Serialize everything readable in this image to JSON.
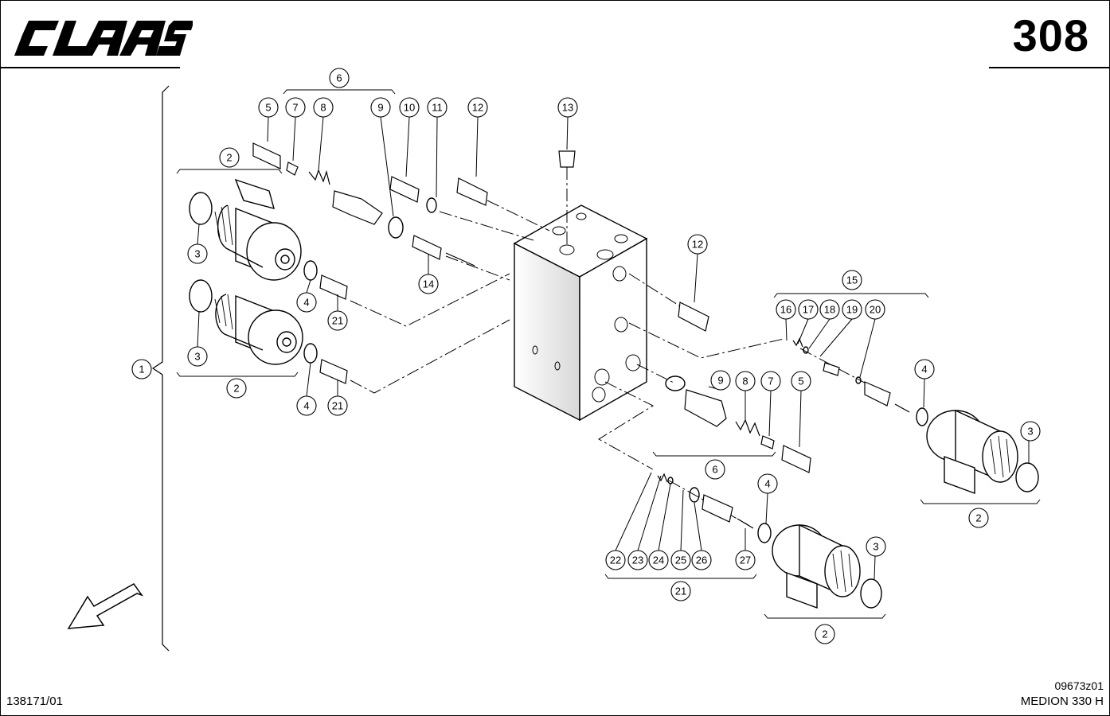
{
  "brand": {
    "logo_text": "CLAAS"
  },
  "page_number": "308",
  "document_code": "138171/01",
  "drawing_code": "09673z01",
  "model_name": "MEDION 330 H",
  "callouts": [
    {
      "id": "c1",
      "label": "1"
    },
    {
      "id": "c2a",
      "label": "2"
    },
    {
      "id": "c2b",
      "label": "2"
    },
    {
      "id": "c2c",
      "label": "2"
    },
    {
      "id": "c2d",
      "label": "2"
    },
    {
      "id": "c3a",
      "label": "3"
    },
    {
      "id": "c3b",
      "label": "3"
    },
    {
      "id": "c3c",
      "label": "3"
    },
    {
      "id": "c3d",
      "label": "3"
    },
    {
      "id": "c4a",
      "label": "4"
    },
    {
      "id": "c4b",
      "label": "4"
    },
    {
      "id": "c4c",
      "label": "4"
    },
    {
      "id": "c4d",
      "label": "4"
    },
    {
      "id": "c5a",
      "label": "5"
    },
    {
      "id": "c5b",
      "label": "5"
    },
    {
      "id": "c6a",
      "label": "6"
    },
    {
      "id": "c6b",
      "label": "6"
    },
    {
      "id": "c7a",
      "label": "7"
    },
    {
      "id": "c7b",
      "label": "7"
    },
    {
      "id": "c8a",
      "label": "8"
    },
    {
      "id": "c8b",
      "label": "8"
    },
    {
      "id": "c9a",
      "label": "9"
    },
    {
      "id": "c9b",
      "label": "9"
    },
    {
      "id": "c10",
      "label": "10"
    },
    {
      "id": "c11",
      "label": "11"
    },
    {
      "id": "c12a",
      "label": "12"
    },
    {
      "id": "c12b",
      "label": "12"
    },
    {
      "id": "c13",
      "label": "13"
    },
    {
      "id": "c14",
      "label": "14"
    },
    {
      "id": "c15",
      "label": "15"
    },
    {
      "id": "c16",
      "label": "16"
    },
    {
      "id": "c17",
      "label": "17"
    },
    {
      "id": "c18",
      "label": "18"
    },
    {
      "id": "c19",
      "label": "19"
    },
    {
      "id": "c20",
      "label": "20"
    },
    {
      "id": "c21a",
      "label": "21"
    },
    {
      "id": "c21b",
      "label": "21"
    },
    {
      "id": "c21c",
      "label": "21"
    },
    {
      "id": "c22",
      "label": "22"
    },
    {
      "id": "c23",
      "label": "23"
    },
    {
      "id": "c24",
      "label": "24"
    },
    {
      "id": "c25",
      "label": "25"
    },
    {
      "id": "c26",
      "label": "26"
    },
    {
      "id": "c27",
      "label": "27"
    }
  ]
}
